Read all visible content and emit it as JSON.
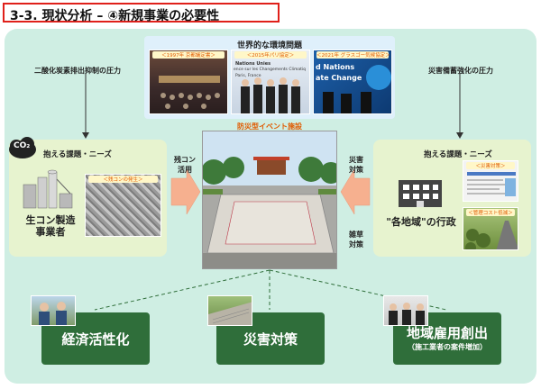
{
  "header": {
    "title": "3-3. 現状分析 – ④新規事業の必要性"
  },
  "env": {
    "title": "世界的な環境問題",
    "photos": [
      {
        "tag": "＜1997年 京都議定書＞"
      },
      {
        "tag": "＜2015年パリ協定＞",
        "sign1": "Nations Unies",
        "sign2": "ence sur les Changements Climatiq",
        "sign3": "Paris, France"
      },
      {
        "tag": "＜2021年 グラスゴー気候協定＞",
        "sign1": "d Nations",
        "sign2": "ate Change"
      }
    ]
  },
  "left_pressure": "二酸化炭素排出抑制の圧力",
  "right_pressure": "災害備蓄強化の圧力",
  "left_panel": {
    "title": "抱える課題・ニーズ",
    "co2": "CO₂",
    "actor_line1": "生コン製造",
    "actor_line2": "事業者",
    "photo_tag": "＜残コンの発生＞"
  },
  "right_panel": {
    "title": "抱える課題・ニーズ",
    "actor": "\"各地域\"の行政",
    "tag1": "＜災害対策＞",
    "tag2": "＜管理コスト低減＞"
  },
  "center": {
    "title": "防災型イベント施設",
    "left_arrow_line1": "残コン",
    "left_arrow_line2": "活用",
    "right_top_line1": "災害",
    "right_top_line2": "対策",
    "right_bottom_line1": "雑草",
    "right_bottom_line2": "対策"
  },
  "outcomes": [
    {
      "label": "経済活性化"
    },
    {
      "label": "災害対策"
    },
    {
      "label": "地域雇用創出",
      "sub": "（施工業者の案件増加）"
    }
  ],
  "colors": {
    "accent_red": "#e0201a",
    "panel": "#cfeee3",
    "outcome": "#2f6e3a",
    "arrow": "#f6b08f"
  }
}
